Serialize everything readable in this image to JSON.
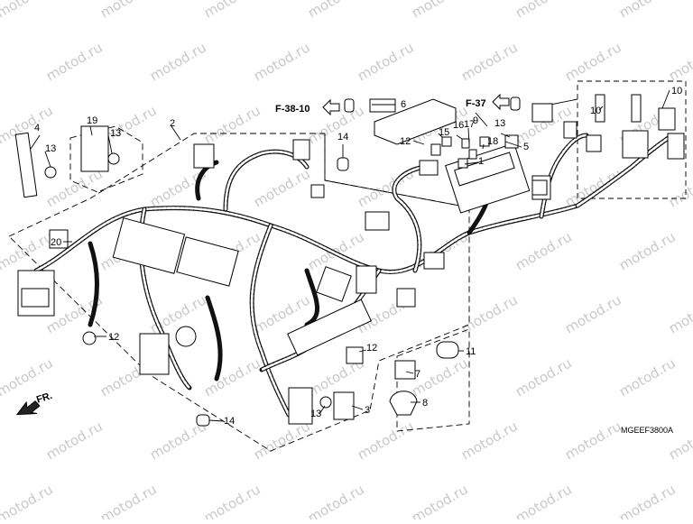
{
  "diagram": {
    "watermark": "motod.ru",
    "drawing_code": "MGEEF3800A",
    "front_label": "FR.",
    "refs": {
      "left": "F-38-10",
      "right": "F-37"
    },
    "callouts": {
      "c1": "1",
      "c2": "2",
      "c3": "3",
      "c4": "4",
      "c5": "5",
      "c6": "6",
      "c7": "7",
      "c8": "8",
      "c9": "9",
      "c10a": "10",
      "c10b": "10",
      "c11": "11",
      "c12a": "12",
      "c12b": "12",
      "c12c": "12",
      "c13a": "13",
      "c13b": "13",
      "c13c": "13",
      "c14a": "14",
      "c14b": "14",
      "c15": "15",
      "c16": "16",
      "c17": "17",
      "c18": "18",
      "c19": "19",
      "c20": "20"
    }
  }
}
